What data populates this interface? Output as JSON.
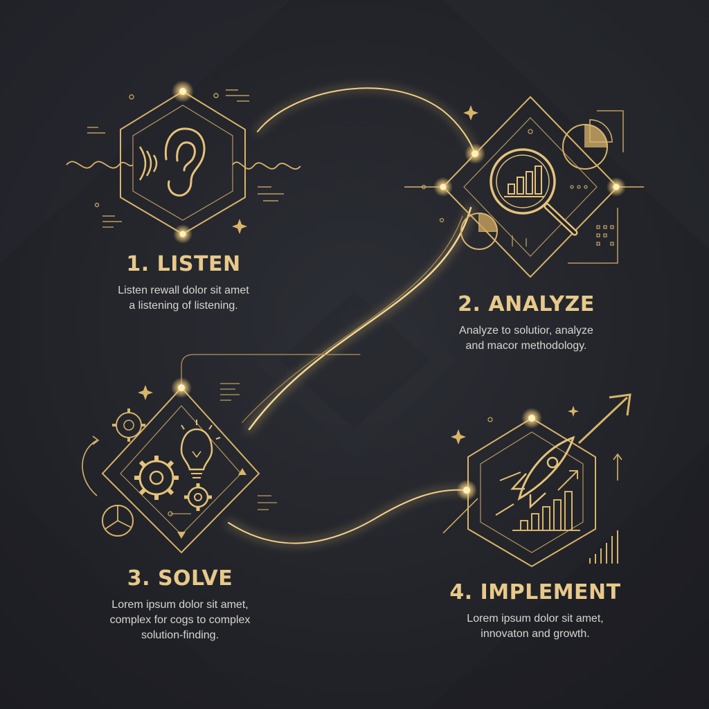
{
  "colors": {
    "background": "#22242a",
    "gold": "#d9b46a",
    "gold_light": "#f6d58c",
    "title": "#e8c98a",
    "text": "#d9d6cf"
  },
  "steps": [
    {
      "title": "1. LISTEN",
      "desc_lines": [
        "Listen rewall dolor sit amet",
        "a listening of listening."
      ],
      "icon": "ear-icon"
    },
    {
      "title": "2. ANALYZE",
      "desc_lines": [
        "Analyze to solutior, analyze",
        "and macor methodology."
      ],
      "icon": "magnifier-chart-icon"
    },
    {
      "title": "3. SOLVE",
      "desc_lines": [
        "Lorem ipsum dolor sit amet,",
        "complex for cogs to complex",
        "solution-finding."
      ],
      "icon": "gears-lightbulb-icon"
    },
    {
      "title": "4. IMPLEMENT",
      "desc_lines": [
        "Lorem ipsum dolor sit amet,",
        "innovaton and growth."
      ],
      "icon": "rocket-icon"
    }
  ]
}
